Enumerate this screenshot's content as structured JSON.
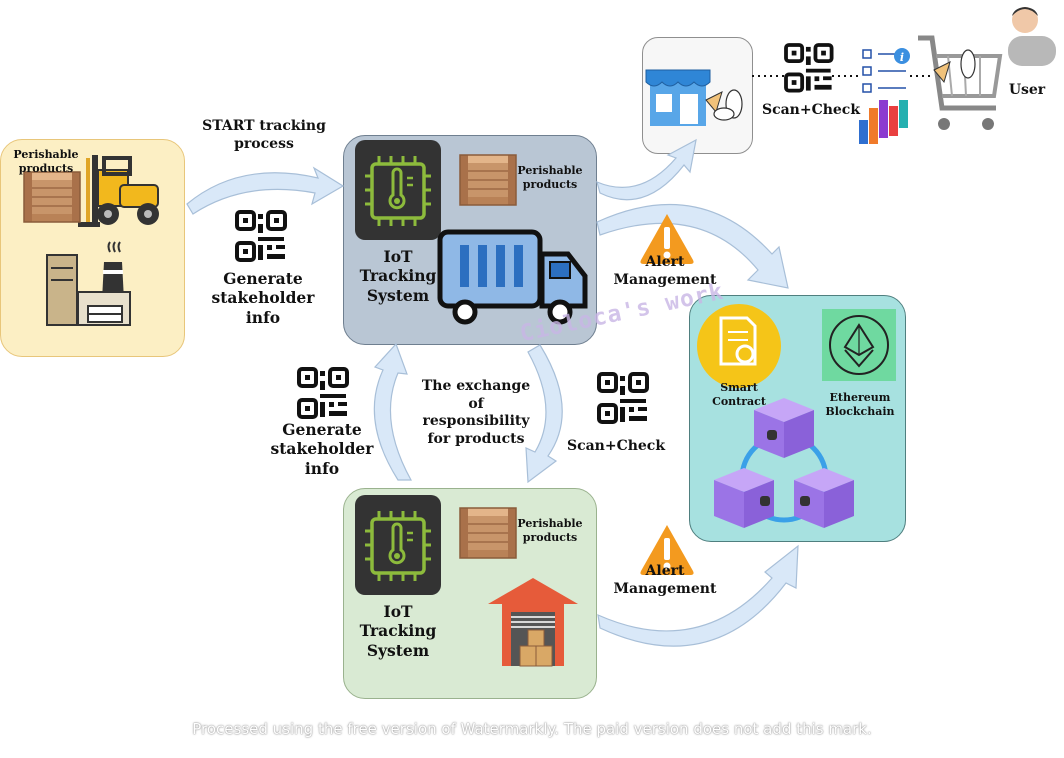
{
  "producer": {
    "products_label": "Perishable products"
  },
  "start_tracking": "START tracking process",
  "generate_info_top": "Generate stakeholder info",
  "iot_top": {
    "title": "IoT Tracking System",
    "products_label": "Perishable products"
  },
  "retail": {
    "scan_check": "Scan+Check"
  },
  "user_label": "User",
  "alert_top": "Alert Management",
  "alert_bottom": "Alert Management",
  "blockchain": {
    "smart_contract": "Smart Contract",
    "ethereum": "Ethereum Blockchain"
  },
  "exchange": "The exchange of responsibility for products",
  "scan_check_mid": "Scan+Check",
  "generate_info_bottom": "Generate stakeholder info",
  "iot_bottom": {
    "title": "IoT Tracking System",
    "products_label": "Perishable products"
  },
  "watermark_author": "Cioloca's work",
  "watermark_footer": "Processed using the free version of Watermarkly. The paid version does not add this mark.",
  "colors": {
    "producer_bg": "#fcefc4",
    "iot_top_bg": "#b9c6d4",
    "iot_bottom_bg": "#d9ead3",
    "blockchain_bg": "#a7e1e0",
    "arrow_fill": "#d9e8f8",
    "alert_orange": "#f39a1f",
    "cube_purple": "#a57ef0",
    "chip_green": "#8dbb3c"
  }
}
